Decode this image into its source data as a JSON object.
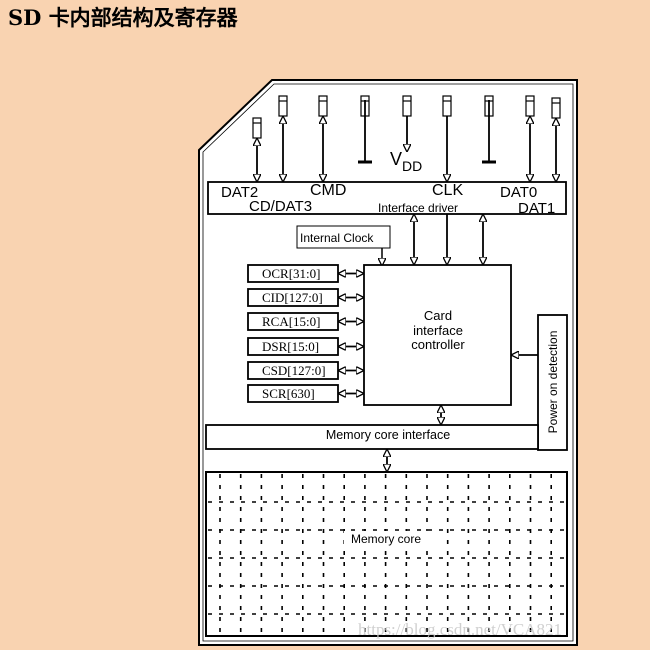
{
  "heading": "SD 卡内部结构及寄存器",
  "diagram": {
    "pins": {
      "dat2": "DAT2",
      "cd_dat3": "CD/DAT3",
      "cmd": "CMD",
      "clk": "CLK",
      "dat0": "DAT0",
      "dat1": "DAT1",
      "vdd": "V",
      "vdd_sub": "DD"
    },
    "interface_driver": "Interface driver",
    "internal_clock": "Internal Clock",
    "controller": [
      "Card",
      "interface",
      "controller"
    ],
    "registers": [
      "OCR[31:0]",
      "CID[127:0]",
      "RCA[15:0]",
      "DSR[15:0]",
      "CSD[127:0]",
      "SCR[630]"
    ],
    "power_on_detection": "Power on detection",
    "memory_core_interface": "Memory core interface",
    "memory_core": "Memory core"
  },
  "watermark": "https://blog.csdn.net/VCA821"
}
